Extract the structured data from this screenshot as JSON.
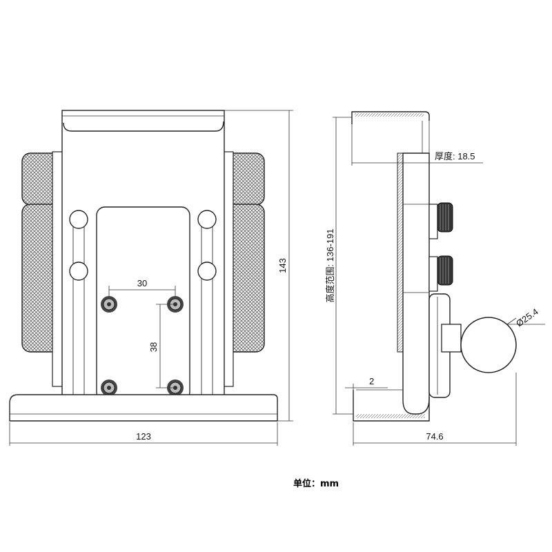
{
  "front_view": {
    "dims": {
      "hole_spacing_h": "30",
      "hole_spacing_v": "38",
      "width": "123",
      "height": "143"
    }
  },
  "side_view": {
    "dims": {
      "height_range": "高度范围: 136-191",
      "thickness": "厚度: 18.5",
      "ball_diameter": "Ø25.4",
      "lip": "2",
      "depth": "74.6"
    }
  },
  "unit_label": "单位：mm"
}
